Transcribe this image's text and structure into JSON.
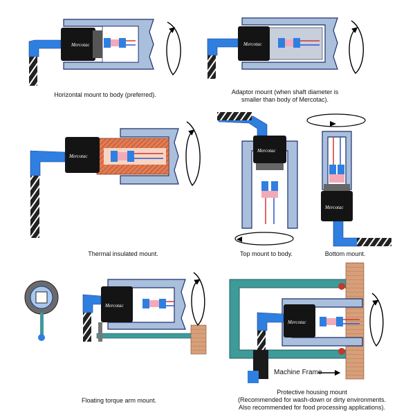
{
  "brand": "Mercotac",
  "colors": {
    "housing": "#a9bfdc",
    "housing_stroke": "#1c2f6b",
    "connector": "#2f7fe0",
    "body": "#141414",
    "insulation": "#e27a52",
    "shaft": "#c7cfdc",
    "teal": "#3f9a9a",
    "wood": "#d7a07a"
  },
  "captions": {
    "horizontal": "Horizontal mount to body (preferred).",
    "adaptor_1": "Adaptor mount (when shaft diameter is",
    "adaptor_2": "smaller than body of Mercotac).",
    "thermal": "Thermal insulated mount.",
    "top": "Top mount to body.",
    "bottom": "Bottom mount.",
    "floating": "Floating torque arm mount.",
    "protective_1": "Protective housing mount",
    "protective_2": "(Recommended for wash-down or dirty environments.",
    "protective_3": "Also recommended for food processing applications).",
    "machine_frame": "Machine Frame"
  }
}
